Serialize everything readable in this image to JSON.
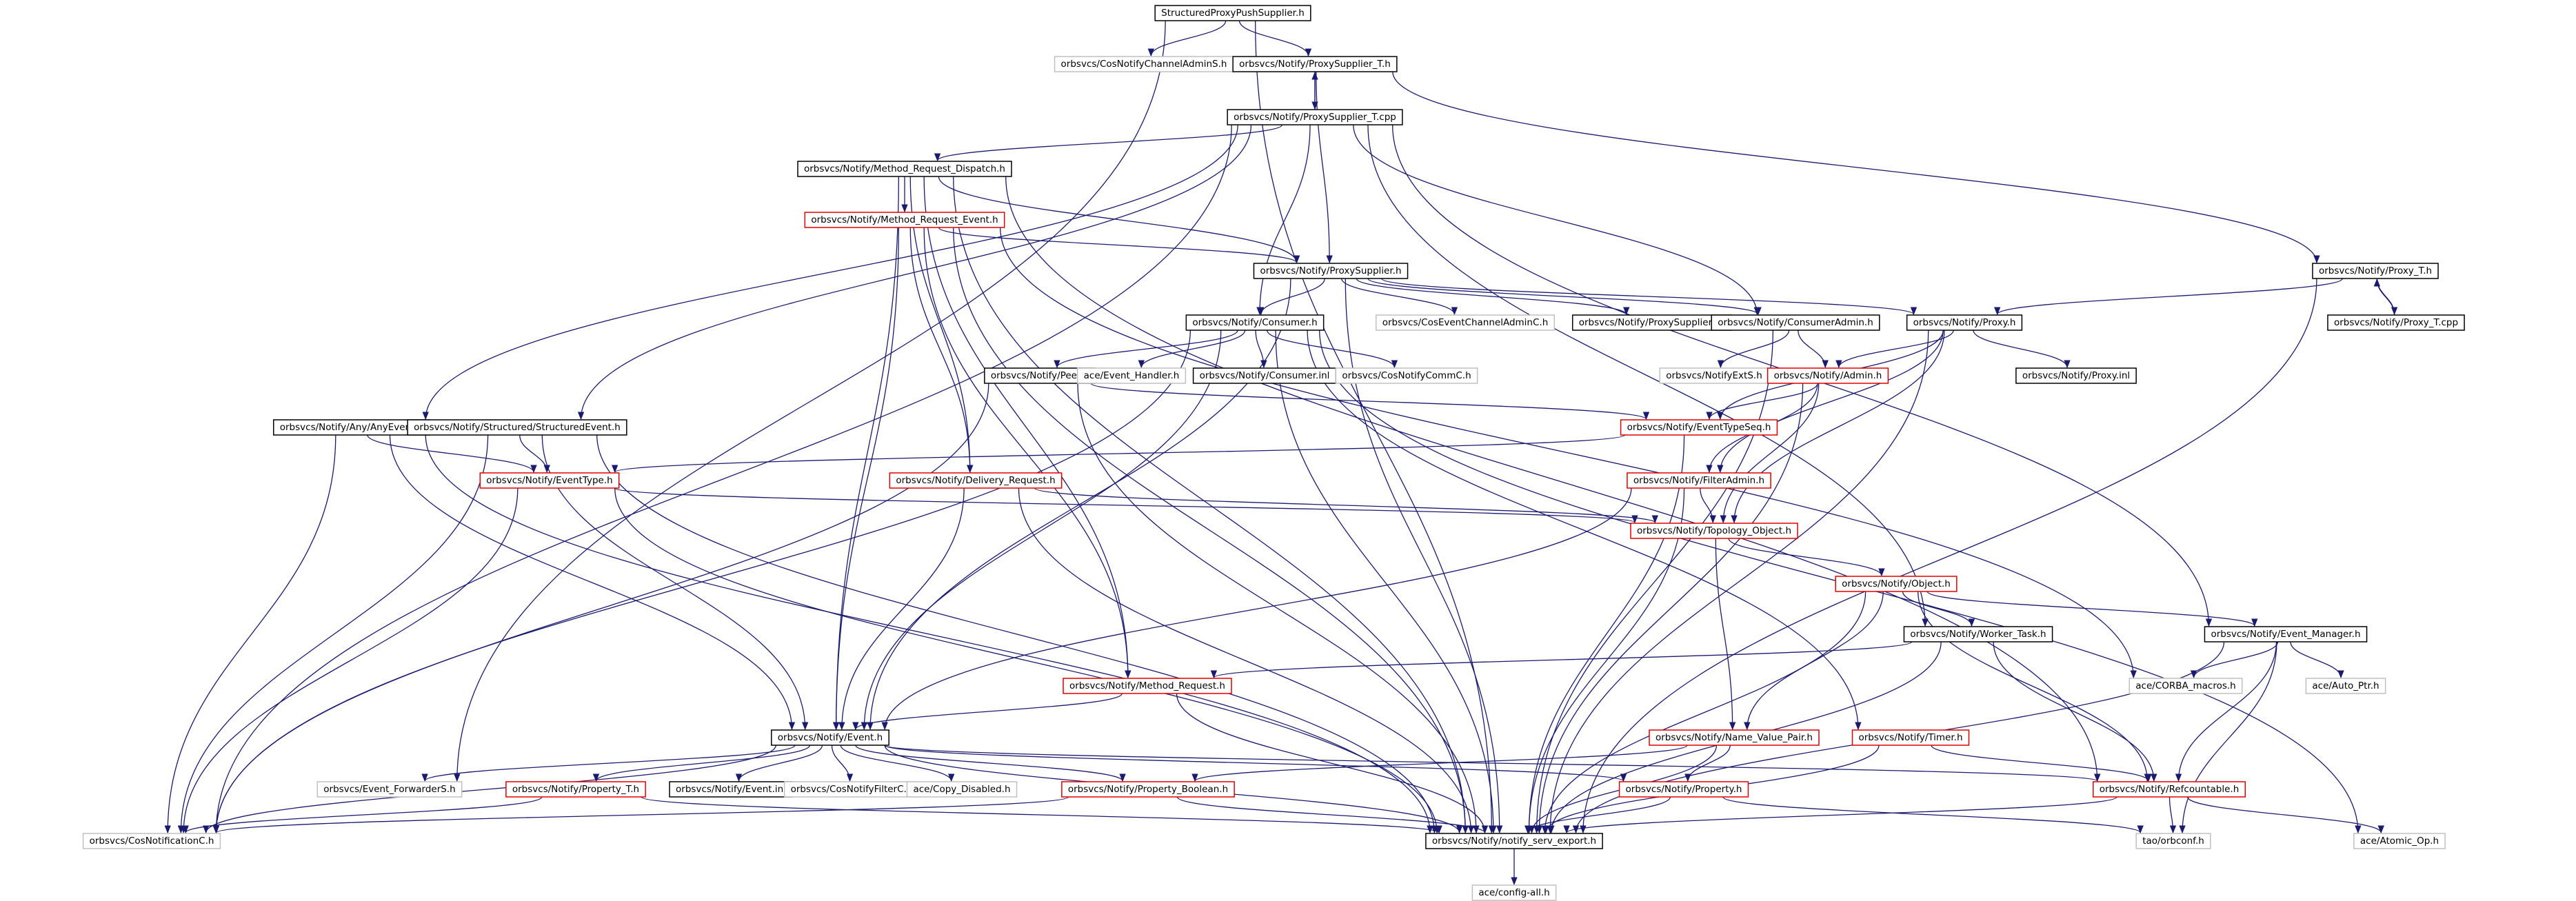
{
  "colors": {
    "edge": "#1a1a6e",
    "border_black": "#000000",
    "border_red": "#e00000",
    "border_gray": "#c0c0c0",
    "root_fill": "#c0c0c0"
  },
  "nodes": [
    {
      "id": "root",
      "label": "StructuredProxyPushSupplier.h",
      "style": "root"
    },
    {
      "id": "cosnotifychanneladmins",
      "label": "orbsvcs/CosNotifyChannelAdminS.h",
      "style": "gray"
    },
    {
      "id": "proxysupplier_t_h",
      "label": "orbsvcs/Notify/ProxySupplier_T.h",
      "style": "black"
    },
    {
      "id": "proxysupplier_t_cpp",
      "label": "orbsvcs/Notify/ProxySupplier_T.cpp",
      "style": "black"
    },
    {
      "id": "mrd",
      "label": "orbsvcs/Notify/Method_Request_Dispatch.h",
      "style": "black"
    },
    {
      "id": "mre",
      "label": "orbsvcs/Notify/Method_Request_Event.h",
      "style": "red"
    },
    {
      "id": "proxysupplier_h",
      "label": "orbsvcs/Notify/ProxySupplier.h",
      "style": "black"
    },
    {
      "id": "consumer_h",
      "label": "orbsvcs/Notify/Consumer.h",
      "style": "black"
    },
    {
      "id": "coseventchanneladminc",
      "label": "orbsvcs/CosEventChannelAdminC.h",
      "style": "gray"
    },
    {
      "id": "proxysupplier_inl",
      "label": "orbsvcs/Notify/ProxySupplier.inl",
      "style": "black"
    },
    {
      "id": "consumeradmin_h",
      "label": "orbsvcs/Notify/ConsumerAdmin.h",
      "style": "black"
    },
    {
      "id": "proxy_h",
      "label": "orbsvcs/Notify/Proxy.h",
      "style": "black"
    },
    {
      "id": "proxy_t_h",
      "label": "orbsvcs/Notify/Proxy_T.h",
      "style": "black"
    },
    {
      "id": "proxy_t_cpp",
      "label": "orbsvcs/Notify/Proxy_T.cpp",
      "style": "black"
    },
    {
      "id": "peer_h",
      "label": "orbsvcs/Notify/Peer.h",
      "style": "black"
    },
    {
      "id": "event_handler",
      "label": "ace/Event_Handler.h",
      "style": "gray"
    },
    {
      "id": "consumer_inl",
      "label": "orbsvcs/Notify/Consumer.inl",
      "style": "black"
    },
    {
      "id": "cosnotifycommc",
      "label": "orbsvcs/CosNotifyCommC.h",
      "style": "gray"
    },
    {
      "id": "notifyexts",
      "label": "orbsvcs/NotifyExtS.h",
      "style": "gray"
    },
    {
      "id": "admin_h",
      "label": "orbsvcs/Notify/Admin.h",
      "style": "red"
    },
    {
      "id": "proxy_inl",
      "label": "orbsvcs/Notify/Proxy.inl",
      "style": "black"
    },
    {
      "id": "anyevent_h",
      "label": "orbsvcs/Notify/Any/AnyEvent.h",
      "style": "black"
    },
    {
      "id": "structuredevent_h",
      "label": "orbsvcs/Notify/Structured/StructuredEvent.h",
      "style": "black"
    },
    {
      "id": "eventtypeseq_h",
      "label": "orbsvcs/Notify/EventTypeSeq.h",
      "style": "red"
    },
    {
      "id": "eventtype_h",
      "label": "orbsvcs/Notify/EventType.h",
      "style": "red"
    },
    {
      "id": "delivery_request_h",
      "label": "orbsvcs/Notify/Delivery_Request.h",
      "style": "red"
    },
    {
      "id": "filteradmin_h",
      "label": "orbsvcs/Notify/FilterAdmin.h",
      "style": "red"
    },
    {
      "id": "topology_object_h",
      "label": "orbsvcs/Notify/Topology_Object.h",
      "style": "red"
    },
    {
      "id": "object_h",
      "label": "orbsvcs/Notify/Object.h",
      "style": "red"
    },
    {
      "id": "worker_task_h",
      "label": "orbsvcs/Notify/Worker_Task.h",
      "style": "black"
    },
    {
      "id": "event_manager_h",
      "label": "orbsvcs/Notify/Event_Manager.h",
      "style": "black"
    },
    {
      "id": "corba_macros",
      "label": "ace/CORBA_macros.h",
      "style": "gray"
    },
    {
      "id": "auto_ptr",
      "label": "ace/Auto_Ptr.h",
      "style": "gray"
    },
    {
      "id": "method_request_h",
      "label": "orbsvcs/Notify/Method_Request.h",
      "style": "red"
    },
    {
      "id": "name_value_pair_h",
      "label": "orbsvcs/Notify/Name_Value_Pair.h",
      "style": "red"
    },
    {
      "id": "timer_h",
      "label": "orbsvcs/Notify/Timer.h",
      "style": "red"
    },
    {
      "id": "event_h",
      "label": "orbsvcs/Notify/Event.h",
      "style": "black"
    },
    {
      "id": "event_forwarders",
      "label": "orbsvcs/Event_ForwarderS.h",
      "style": "gray"
    },
    {
      "id": "property_t_h",
      "label": "orbsvcs/Notify/Property_T.h",
      "style": "red"
    },
    {
      "id": "event_inl",
      "label": "orbsvcs/Notify/Event.inl",
      "style": "black"
    },
    {
      "id": "cosnotifyfilterc",
      "label": "orbsvcs/CosNotifyFilterC.h",
      "style": "gray"
    },
    {
      "id": "copy_disabled",
      "label": "ace/Copy_Disabled.h",
      "style": "gray"
    },
    {
      "id": "property_boolean_h",
      "label": "orbsvcs/Notify/Property_Boolean.h",
      "style": "red"
    },
    {
      "id": "property_h",
      "label": "orbsvcs/Notify/Property.h",
      "style": "red"
    },
    {
      "id": "refcountable_h",
      "label": "orbsvcs/Notify/Refcountable.h",
      "style": "red"
    },
    {
      "id": "cosnotificationc",
      "label": "orbsvcs/CosNotificationC.h",
      "style": "gray"
    },
    {
      "id": "notify_serv_export",
      "label": "orbsvcs/Notify/notify_serv_export.h",
      "style": "black"
    },
    {
      "id": "orbconf",
      "label": "tao/orbconf.h",
      "style": "gray"
    },
    {
      "id": "atomic_op",
      "label": "ace/Atomic_Op.h",
      "style": "gray"
    },
    {
      "id": "config_all",
      "label": "ace/config-all.h",
      "style": "gray"
    }
  ]
}
